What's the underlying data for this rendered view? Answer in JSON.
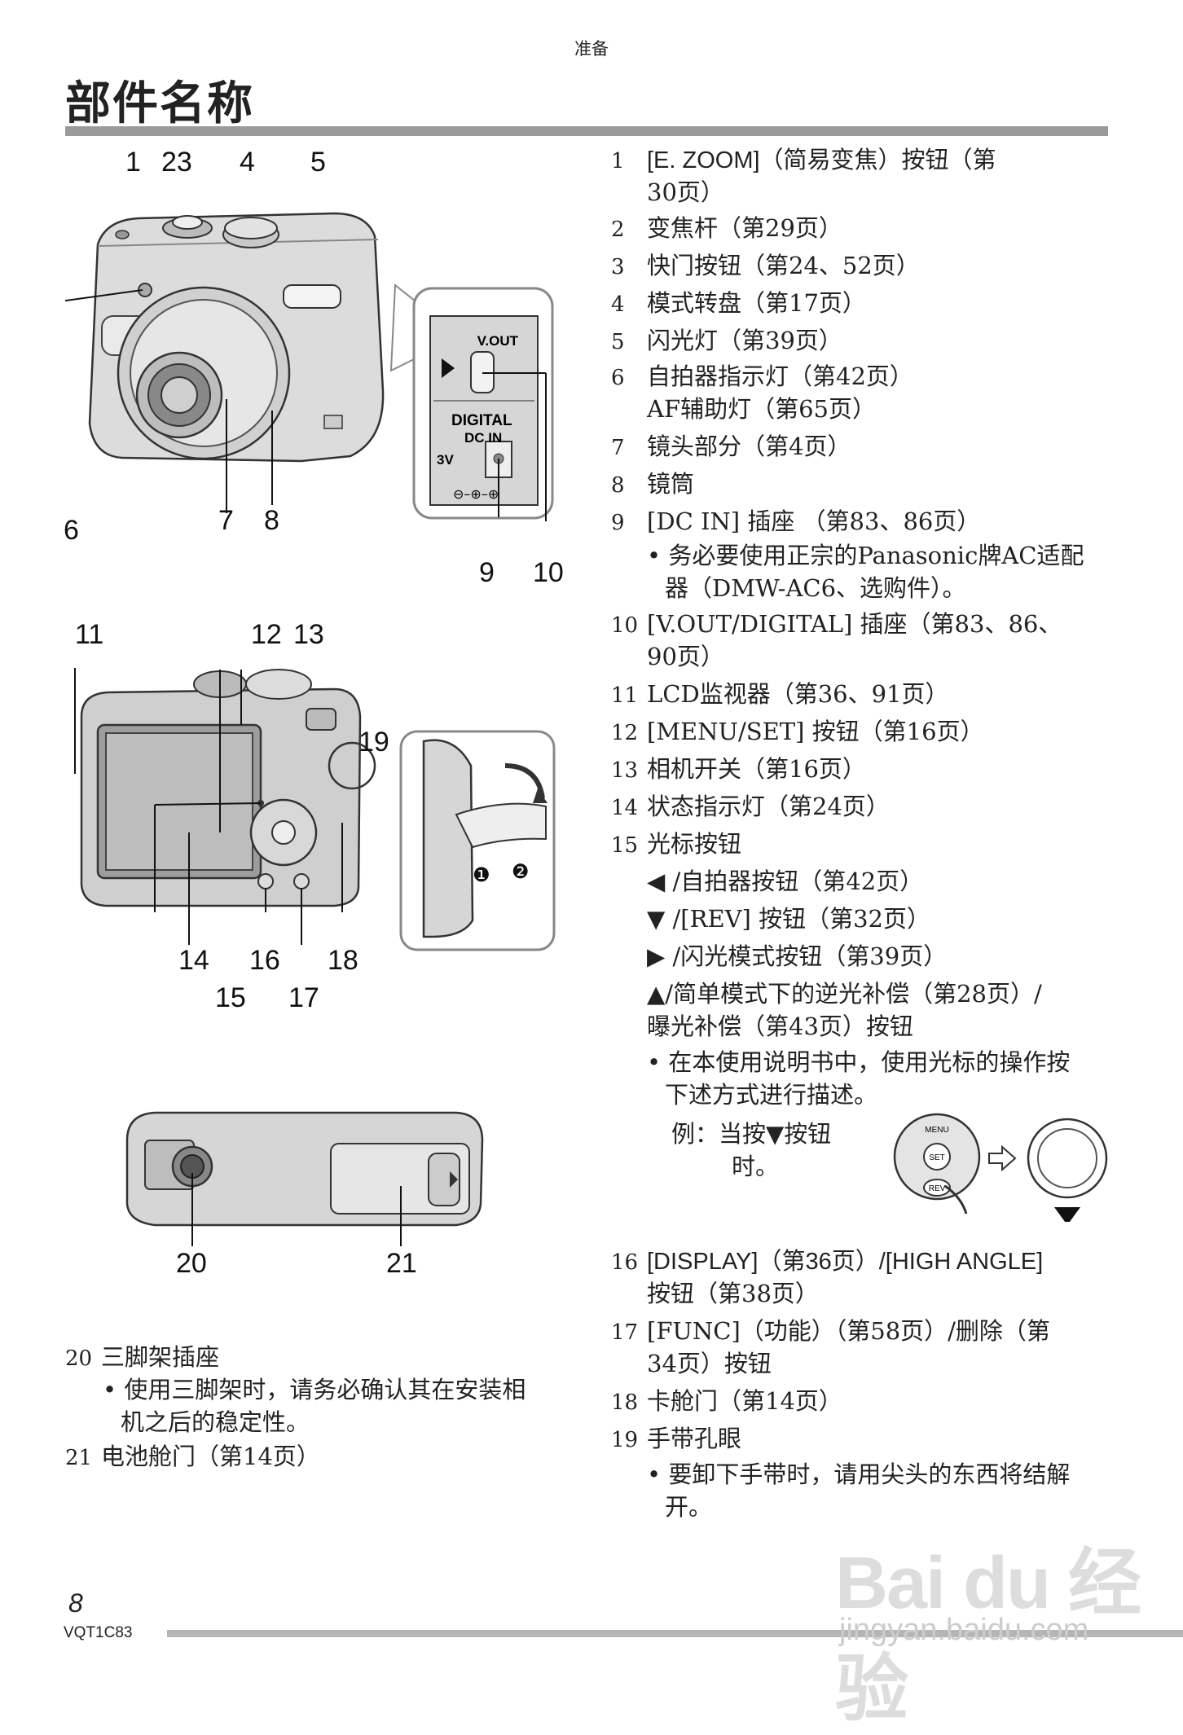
{
  "header": {
    "section": "准备",
    "title": "部件名称"
  },
  "callouts": {
    "c1": "1",
    "c2": "23",
    "c4": "4",
    "c5": "5",
    "c6": "6",
    "c7": "7",
    "c8": "8",
    "c9": "9",
    "c10": "10",
    "c11": "11",
    "c12": "12",
    "c13": "13",
    "c19": "19",
    "c14": "14",
    "c16": "16",
    "c18": "18",
    "c15": "15",
    "c17": "17",
    "c20": "20",
    "c21": "21"
  },
  "diagram_labels": {
    "vout": "V.OUT",
    "digital": "DIGITAL",
    "dcin": "DC IN",
    "v3": "3V",
    "menu": "MENU",
    "set": "SET",
    "rev": "REV",
    "circle1": "❶",
    "circle2": "❷"
  },
  "parts": [
    {
      "n": "1",
      "lines": [
        "[E. ZOOM]（简易变焦）按钮（第",
        "30页）"
      ]
    },
    {
      "n": "2",
      "lines": [
        "变焦杆（第29页）"
      ]
    },
    {
      "n": "3",
      "lines": [
        "快门按钮（第24、52页）"
      ]
    },
    {
      "n": "4",
      "lines": [
        "模式转盘（第17页）"
      ]
    },
    {
      "n": "5",
      "lines": [
        "闪光灯（第39页）"
      ]
    },
    {
      "n": "6",
      "lines": [
        "自拍器指示灯（第42页）",
        "AF辅助灯（第65页）"
      ]
    },
    {
      "n": "7",
      "lines": [
        "镜头部分（第4页）"
      ]
    },
    {
      "n": "8",
      "lines": [
        "镜筒"
      ]
    },
    {
      "n": "9",
      "lines": [
        "[DC IN] 插座 （第83、86页）"
      ]
    },
    {
      "n": "",
      "lines": [
        "• 务必要使用正宗的Panasonic牌AC适配",
        "器（DMW-AC6、选购件）。"
      ]
    },
    {
      "n": "10",
      "lines": [
        "[V.OUT/DIGITAL] 插座（第83、86、",
        "90页）"
      ]
    },
    {
      "n": "11",
      "lines": [
        "LCD监视器（第36、91页）"
      ]
    },
    {
      "n": "12",
      "lines": [
        "[MENU/SET] 按钮（第16页）"
      ]
    },
    {
      "n": "13",
      "lines": [
        "相机开关（第16页）"
      ]
    },
    {
      "n": "14",
      "lines": [
        "状态指示灯（第24页）"
      ]
    },
    {
      "n": "15",
      "lines": [
        "光标按钮"
      ]
    }
  ],
  "cursor_buttons": [
    "◀ /自拍器按钮（第42页）",
    "▼ /[REV] 按钮（第32页）",
    "▶ /闪光模式按钮（第39页）",
    "▲/简单模式下的逆光补偿（第28页）/",
    "曝光补偿（第43页）按钮"
  ],
  "cursor_note": [
    "• 在本使用说明书中，使用光标的操作按",
    "下述方式进行描述。"
  ],
  "example": [
    "例：当按▼按钮",
    "时。"
  ],
  "parts2": [
    {
      "n": "16",
      "lines": [
        "[DISPLAY]（第36页）/[HIGH ANGLE]",
        "按钮（第38页）"
      ]
    },
    {
      "n": "17",
      "lines": [
        "[FUNC]（功能）（第58页）/删除（第",
        "34页）按钮"
      ]
    },
    {
      "n": "18",
      "lines": [
        "卡舱门（第14页）"
      ]
    },
    {
      "n": "19",
      "lines": [
        "手带孔眼"
      ]
    },
    {
      "n": "",
      "lines": [
        "• 要卸下手带时，请用尖头的东西将结解",
        "开。"
      ]
    }
  ],
  "left_parts": [
    {
      "n": "20",
      "lines": [
        "三脚架插座"
      ]
    },
    {
      "n": "",
      "lines": [
        "• 使用三脚架时，请务必确认其在安装相",
        "机之后的稳定性。"
      ]
    },
    {
      "n": "21",
      "lines": [
        "电池舱门（第14页）"
      ]
    }
  ],
  "footer": {
    "page": "8",
    "code": "VQT1C83"
  },
  "watermark": {
    "logo": "Bai du 经验",
    "url": "jingyan.baidu.com"
  }
}
